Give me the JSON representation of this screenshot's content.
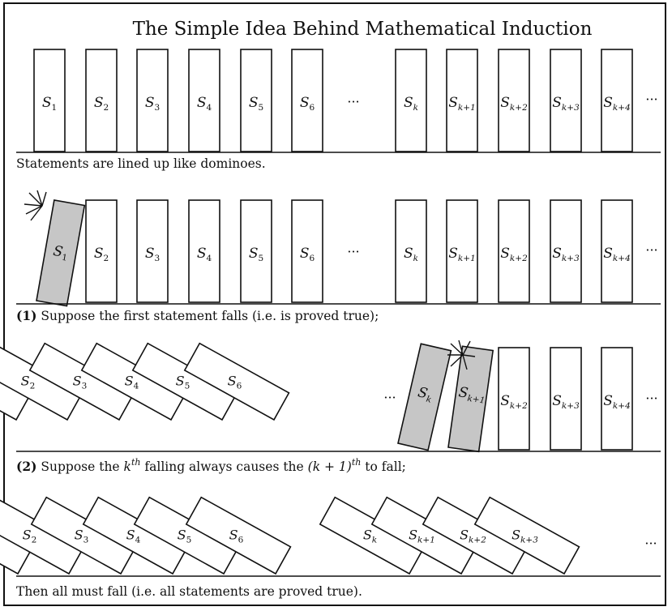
{
  "title": "The Simple Idea Behind Mathematical Induction",
  "ellipsis": "···",
  "labels": {
    "s1": {
      "b": "S",
      "s": "1"
    },
    "s2": {
      "b": "S",
      "s": "2"
    },
    "s3": {
      "b": "S",
      "s": "3"
    },
    "s4": {
      "b": "S",
      "s": "4"
    },
    "s5": {
      "b": "S",
      "s": "5"
    },
    "s6": {
      "b": "S",
      "s": "6"
    },
    "sk": {
      "b": "S",
      "s": "k"
    },
    "sk1": {
      "b": "S",
      "s": "k+1"
    },
    "sk2": {
      "b": "S",
      "s": "k+2"
    },
    "sk3": {
      "b": "S",
      "s": "k+3"
    },
    "sk4": {
      "b": "S",
      "s": "k+4"
    }
  },
  "captions": {
    "c1": "Statements are lined up like dominoes.",
    "c2_num": "(1)",
    "c2_text": " Suppose the first statement falls (i.e. is proved true);",
    "c3_num": "(2)",
    "c3_a": " Suppose the ",
    "c3_k": "k",
    "c3_th": "th",
    "c3_b": " falling always causes the ",
    "c3_k1": "(k + 1)",
    "c3_th2": "th",
    "c3_c": " to fall;",
    "c4": "Then all must fall (i.e. all statements are proved true)."
  },
  "colors": {
    "ink": "#111111",
    "fallen_fill": "#c6c6c6",
    "standing_fill": "#ffffff"
  }
}
